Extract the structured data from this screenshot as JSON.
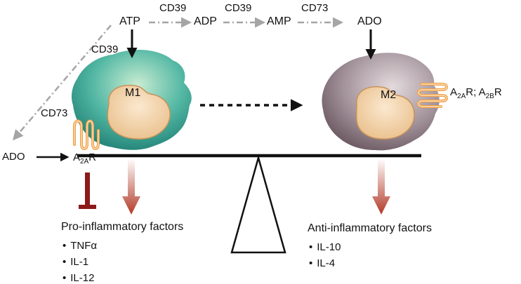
{
  "pathway": {
    "atp": "ATP",
    "adp": "ADP",
    "amp": "AMP",
    "ado_top": "ADO",
    "enzyme_atp_adp": "CD39",
    "enzyme_adp_amp": "CD39",
    "enzyme_amp_ado": "CD73",
    "enzyme_atp_m1": "CD39",
    "enzyme_cd73_left": "CD73",
    "ado_left": "ADO"
  },
  "m1": {
    "label": "M1",
    "receptor": {
      "prefix": "A",
      "sub": "2A",
      "suffix": "R"
    }
  },
  "m2": {
    "label": "M2",
    "receptor": {
      "a": "A",
      "a_sub": "2A",
      "mid": "R; A",
      "b_sub": "2B",
      "suffix": "R"
    }
  },
  "pro": {
    "title": "Pro-inflammatory factors",
    "items": [
      "TNFα",
      "IL-1",
      "IL-12"
    ]
  },
  "anti": {
    "title": "Anti-inflammatory factors",
    "items": [
      "IL-10",
      "IL-4"
    ]
  },
  "colors": {
    "m1_body": "#2f9a8c",
    "m1_body_light": "#b9e3c8",
    "m2_body": "#7d6a72",
    "m2_body_light": "#d8cdd1",
    "nucleus": "#f0cfa3",
    "receptor": "#f0a048",
    "output_arrow": "#b23a28",
    "inhibit": "#8b1a1a",
    "grey_arrow": "#a5a5a5"
  }
}
